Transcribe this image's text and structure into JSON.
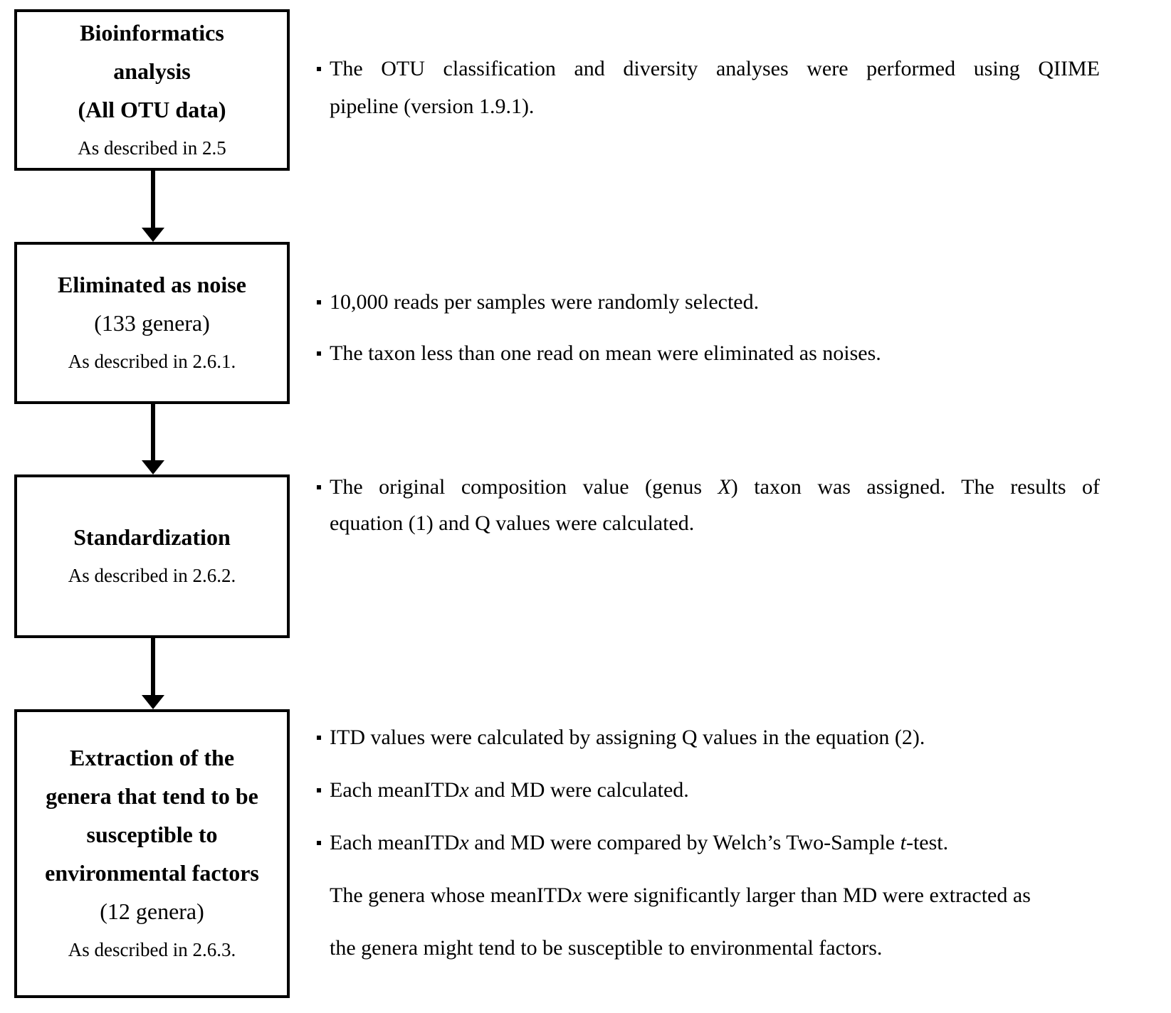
{
  "palette": {
    "background": "#ffffff",
    "ink": "#000000"
  },
  "boxes": [
    {
      "title_lines": [
        "Bioinformatics",
        "analysis",
        "(All OTU data)"
      ],
      "paren": "",
      "subtitle": "As described in 2.5"
    },
    {
      "title_lines": [
        "Eliminated as noise"
      ],
      "paren": "(133 genera)",
      "subtitle": "As described in 2.6.1."
    },
    {
      "title_lines": [
        "Standardization"
      ],
      "paren": "",
      "subtitle": "As described in 2.6.2."
    },
    {
      "title_lines": [
        "Extraction of the",
        "genera that tend to be",
        "susceptible to",
        "environmental factors"
      ],
      "paren": "(12 genera)",
      "subtitle": "As described in 2.6.3."
    }
  ],
  "notes": [
    {
      "lines": [
        {
          "bullet": true,
          "justify": true,
          "segments": [
            {
              "text": "The OTU classification and diversity analyses were performed using QIIME"
            }
          ]
        },
        {
          "bullet": false,
          "justify": false,
          "segments": [
            {
              "text": "pipeline (version 1.9.1)."
            }
          ]
        }
      ]
    },
    {
      "lines": [
        {
          "bullet": true,
          "justify": false,
          "segments": [
            {
              "text": "10,000 reads per samples were randomly selected."
            }
          ]
        },
        {
          "bullet": true,
          "justify": false,
          "segments": [
            {
              "text": "The taxon less than one read on mean were eliminated as noises."
            }
          ]
        }
      ]
    },
    {
      "lines": [
        {
          "bullet": true,
          "justify": true,
          "segments": [
            {
              "text": "The original composition value (genus "
            },
            {
              "text": "X",
              "italic": true
            },
            {
              "text": ") taxon was assigned. The results of"
            }
          ]
        },
        {
          "bullet": false,
          "justify": false,
          "segments": [
            {
              "text": "equation (1) and Q values were calculated."
            }
          ]
        }
      ]
    },
    {
      "lines": [
        {
          "bullet": true,
          "justify": false,
          "segments": [
            {
              "text": "ITD values were calculated by assigning Q values in the equation (2)."
            }
          ]
        },
        {
          "bullet": true,
          "justify": false,
          "segments": [
            {
              "text": "Each meanITD"
            },
            {
              "text": "x",
              "italic": true
            },
            {
              "text": " and MD were calculated."
            }
          ]
        },
        {
          "bullet": true,
          "justify": false,
          "segments": [
            {
              "text": "Each meanITD"
            },
            {
              "text": "x",
              "italic": true
            },
            {
              "text": " and MD were compared by Welch’s Two-Sample "
            },
            {
              "text": "t",
              "italic": true
            },
            {
              "text": "-test."
            }
          ]
        },
        {
          "bullet": false,
          "justify": false,
          "segments": [
            {
              "text": "The genera whose meanITD"
            },
            {
              "text": "x",
              "italic": true
            },
            {
              "text": " were significantly larger than MD were extracted as"
            }
          ]
        },
        {
          "bullet": false,
          "justify": false,
          "segments": [
            {
              "text": "the genera might tend to be susceptible to environmental factors."
            }
          ]
        }
      ]
    }
  ]
}
